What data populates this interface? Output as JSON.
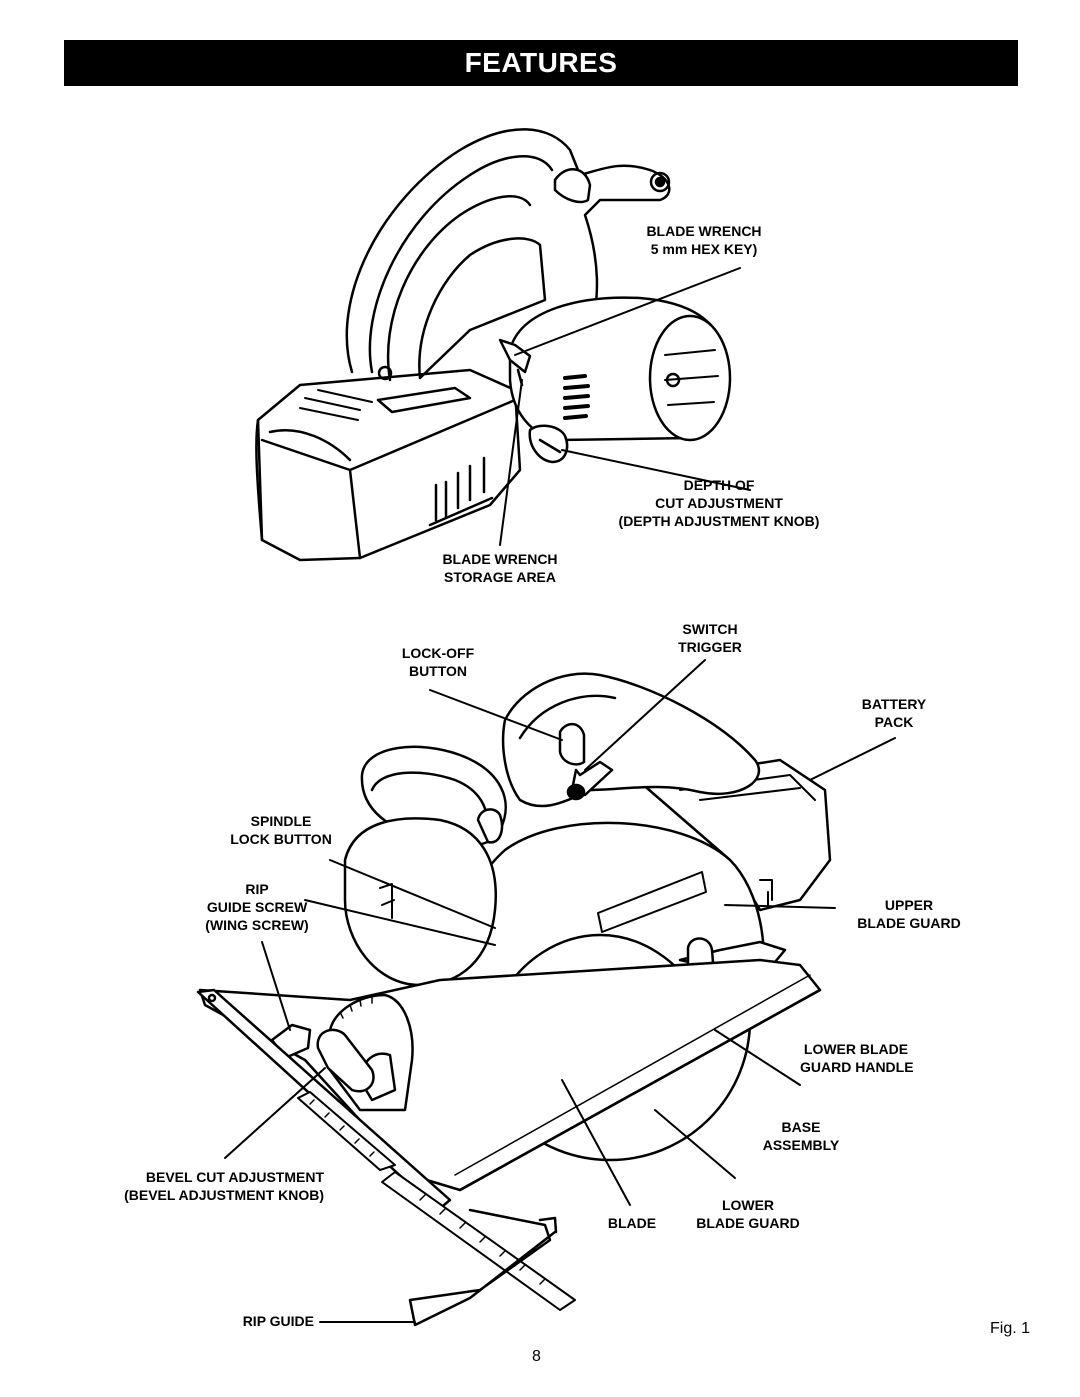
{
  "header": {
    "title": "FEATURES"
  },
  "labels": {
    "blade_wrench": [
      "BLADE WRENCH",
      "5 mm HEX KEY)"
    ],
    "depth_of_cut": [
      "DEPTH OF",
      "CUT ADJUSTMENT",
      "(DEPTH ADJUSTMENT KNOB)"
    ],
    "blade_wrench_storage": [
      "BLADE WRENCH",
      "STORAGE AREA"
    ],
    "switch_trigger": [
      "SWITCH",
      "TRIGGER"
    ],
    "lock_off_button": [
      "LOCK-OFF",
      "BUTTON"
    ],
    "battery_pack": [
      "BATTERY",
      "PACK"
    ],
    "spindle_lock_button": [
      "SPINDLE",
      "LOCK BUTTON"
    ],
    "rip_guide_screw": [
      "RIP",
      "GUIDE SCREW",
      "(WING SCREW)"
    ],
    "upper_blade_guard": [
      "UPPER",
      "BLADE GUARD"
    ],
    "lower_blade_guard_handle": [
      "LOWER BLADE",
      "GUARD HANDLE"
    ],
    "base_assembly": [
      "BASE",
      "ASSEMBLY"
    ],
    "bevel_cut_adjustment": [
      "BEVEL CUT ADJUSTMENT",
      "(BEVEL ADJUSTMENT KNOB)"
    ],
    "blade": "BLADE",
    "lower_blade_guard": [
      "LOWER",
      "BLADE GUARD"
    ],
    "rip_guide": "RIP GUIDE"
  },
  "figure_caption": "Fig. 1",
  "page_number": "8"
}
